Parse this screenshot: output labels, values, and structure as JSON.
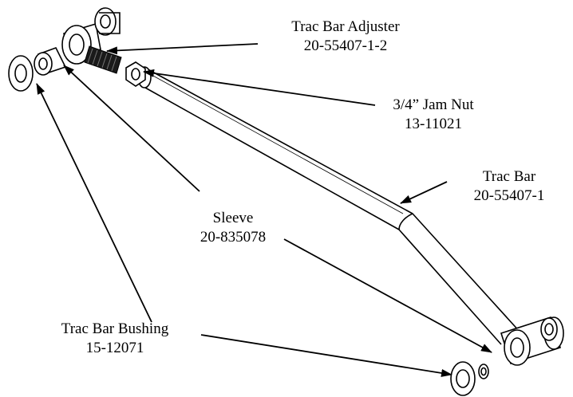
{
  "labels": {
    "adjuster": {
      "name": "Trac Bar Adjuster",
      "part": "20-55407-1-2"
    },
    "jam_nut": {
      "name": "3/4” Jam Nut",
      "part": "13-11021"
    },
    "trac_bar": {
      "name": "Trac Bar",
      "part": "20-55407-1"
    },
    "sleeve": {
      "name": "Sleeve",
      "part": "20-835078"
    },
    "bushing": {
      "name": "Trac Bar Bushing",
      "part": "15-12071"
    }
  },
  "colors": {
    "line": "#000000",
    "background": "#ffffff",
    "thread": "#1a1a1a"
  }
}
